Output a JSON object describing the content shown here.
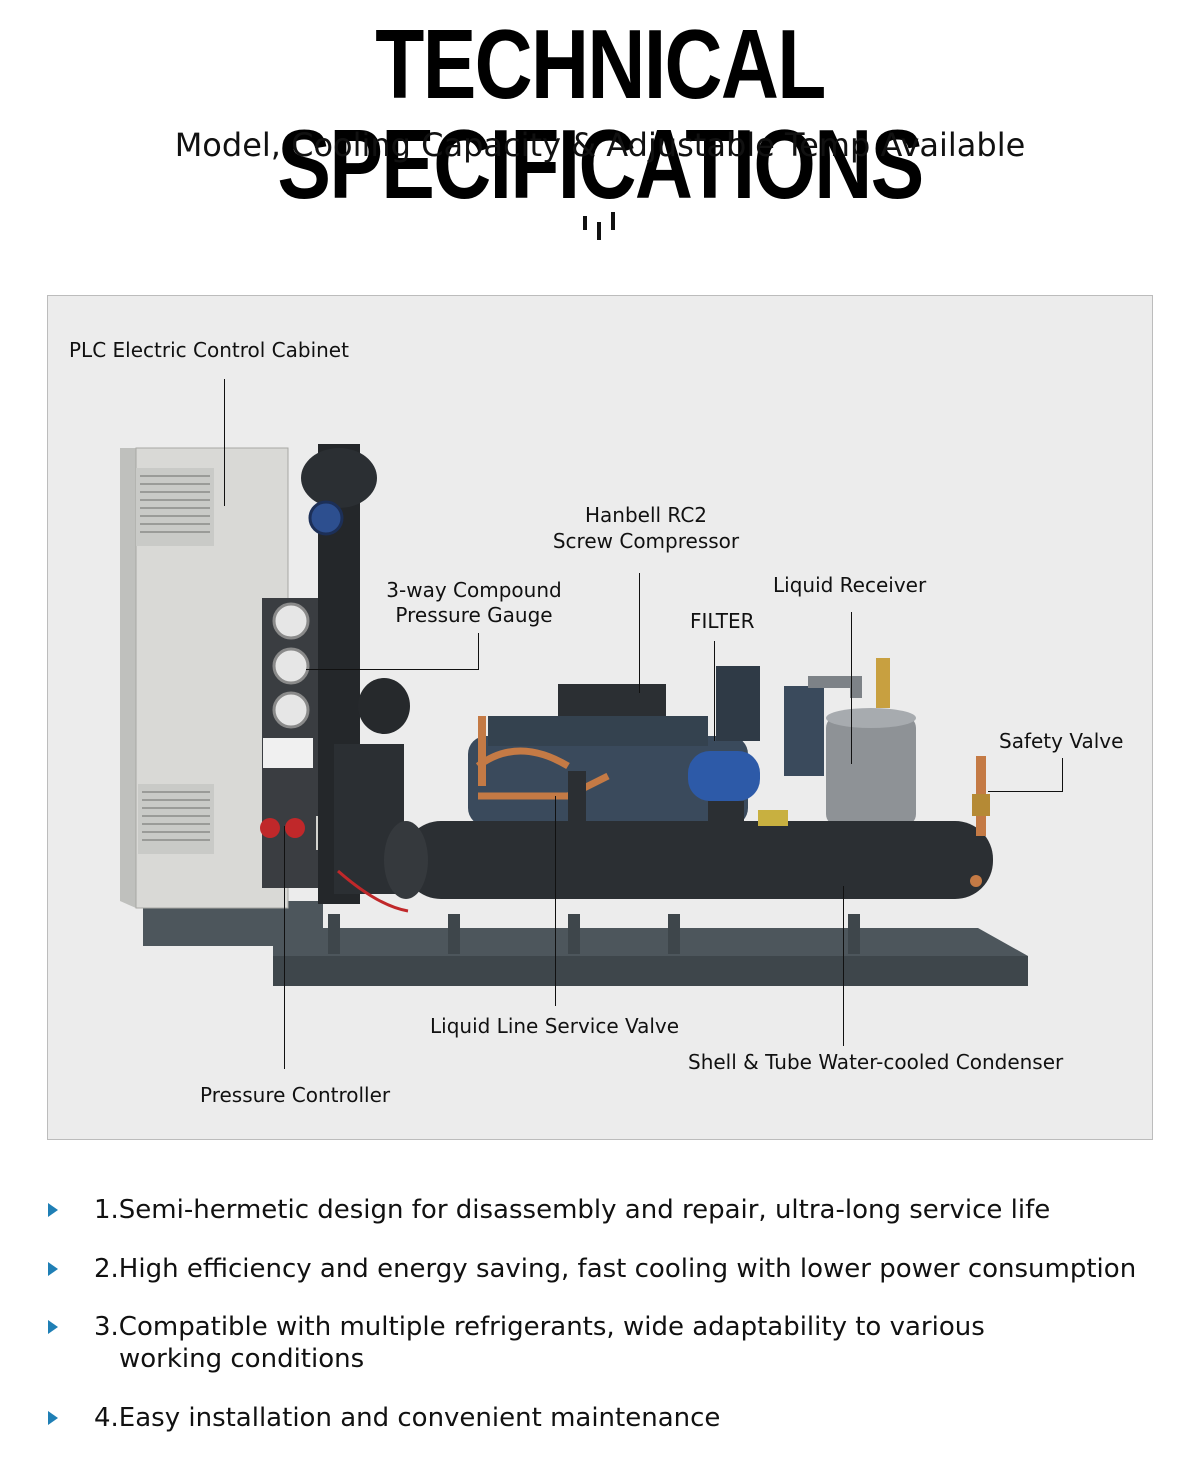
{
  "header": {
    "title": "TECHNICAL SPECIFICATIONS",
    "subtitle": "Model, Cooling Capacity & Adjustable Temp Available"
  },
  "diagram": {
    "labels": {
      "plc_cabinet": "PLC Electric Control Cabinet",
      "compressor_line1": "Hanbell RC2",
      "compressor_line2": "Screw Compressor",
      "gauge_line1": "3-way Compound",
      "gauge_line2": "Pressure Gauge",
      "liquid_receiver": "Liquid Receiver",
      "filter": "FILTER",
      "safety_valve": "Safety Valve",
      "liquid_line_valve": "Liquid Line Service Valve",
      "condenser": "Shell & Tube Water-cooled Condenser",
      "pressure_controller": "Pressure Controller"
    },
    "colors": {
      "cabinet": "#d9d9d6",
      "machine_dark": "#2b2f33",
      "compressor_blue": "#3a4a5c",
      "filter_blue": "#2d5aa8",
      "copper": "#c47a45",
      "valve_red": "#c0282a",
      "base_frame": "#4d565c"
    }
  },
  "features": [
    {
      "text": "1.Semi-hermetic design for disassembly and repair, ultra-long service life"
    },
    {
      "text": "2.High efficiency and energy saving, fast cooling with lower power consumption"
    },
    {
      "text": "3.Compatible with multiple refrigerants, wide adaptability to various",
      "continuation": "working conditions"
    },
    {
      "text": "4.Easy installation and convenient maintenance"
    }
  ],
  "icons": {
    "bullet": "triangle-right-icon",
    "divider": "tick-marks-icon"
  }
}
